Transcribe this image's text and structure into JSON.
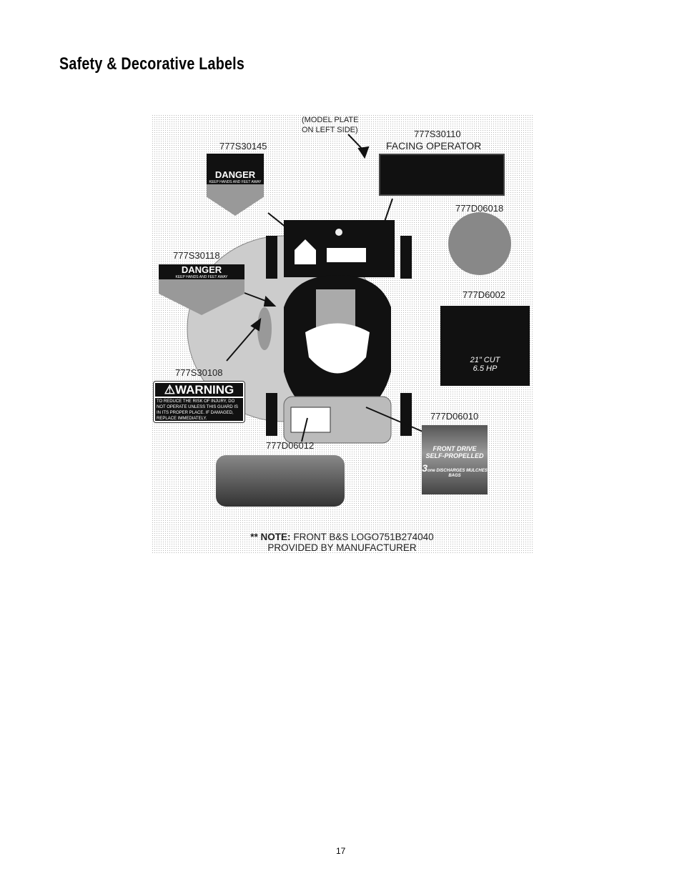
{
  "title": "Safety & Decorative Labels",
  "labels": {
    "model_plate": "(MODEL PLATE",
    "model_plate2": "ON LEFT SIDE)",
    "s30145": "777S30145",
    "s30110": "777S30110",
    "facing": "FACING OPERATOR",
    "d06018": "777D06018",
    "s30118": "777S30118",
    "d6002": "777D6002",
    "s30108": "777S30108",
    "d06010": "777D06010",
    "d06012": "777D06012"
  },
  "danger": {
    "heading": "DANGER",
    "sub": "KEEP HANDS AND FEET AWAY"
  },
  "warning": {
    "heading": "⚠WARNING",
    "body": "TO REDUCE THE RISK OF INJURY, DO NOT OPERATE UNLESS THIS GUARD IS IN ITS PROPER PLACE. IF DAMAGED, REPLACE IMMEDIATELY."
  },
  "decal_6002": {
    "cut": "21\" CUT",
    "hp": "6.5 HP"
  },
  "decal_06010": {
    "line1": "FRONT DRIVE",
    "line2": "SELF-PROPELLED",
    "three": "3",
    "in_one": "one",
    "modes": "DISCHARGES MULCHES BAGS"
  },
  "note": {
    "prefix": "** NOTE:",
    "line1": "FRONT B&S LOGO751B274040",
    "line2": "PROVIDED BY MANUFACTURER"
  },
  "page_number": "17"
}
